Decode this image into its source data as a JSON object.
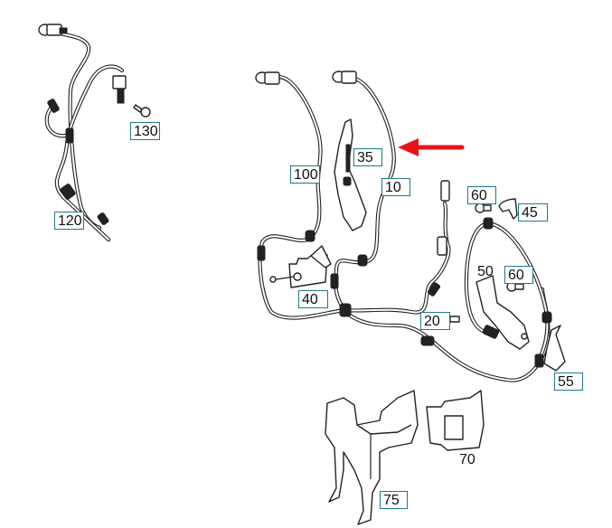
{
  "diagram": {
    "type": "exploded parts diagram - wiring harness / sensor cables",
    "callouts": [
      {
        "id": "130",
        "label": "130"
      },
      {
        "id": "120",
        "label": "120"
      },
      {
        "id": "100",
        "label": "100"
      },
      {
        "id": "35",
        "label": "35"
      },
      {
        "id": "10",
        "label": "10"
      },
      {
        "id": "60a",
        "label": "60"
      },
      {
        "id": "45",
        "label": "45"
      },
      {
        "id": "60b",
        "label": "60"
      },
      {
        "id": "40",
        "label": "40"
      },
      {
        "id": "20",
        "label": "20"
      },
      {
        "id": "55",
        "label": "55"
      },
      {
        "id": "75",
        "label": "75"
      }
    ],
    "plain_labels": [
      {
        "id": "50",
        "label": "50"
      },
      {
        "id": "70",
        "label": "70"
      }
    ],
    "highlight_arrow": {
      "color": "#e8141b",
      "points_to": "10"
    },
    "callout_border_color": "#1f7a8c"
  }
}
